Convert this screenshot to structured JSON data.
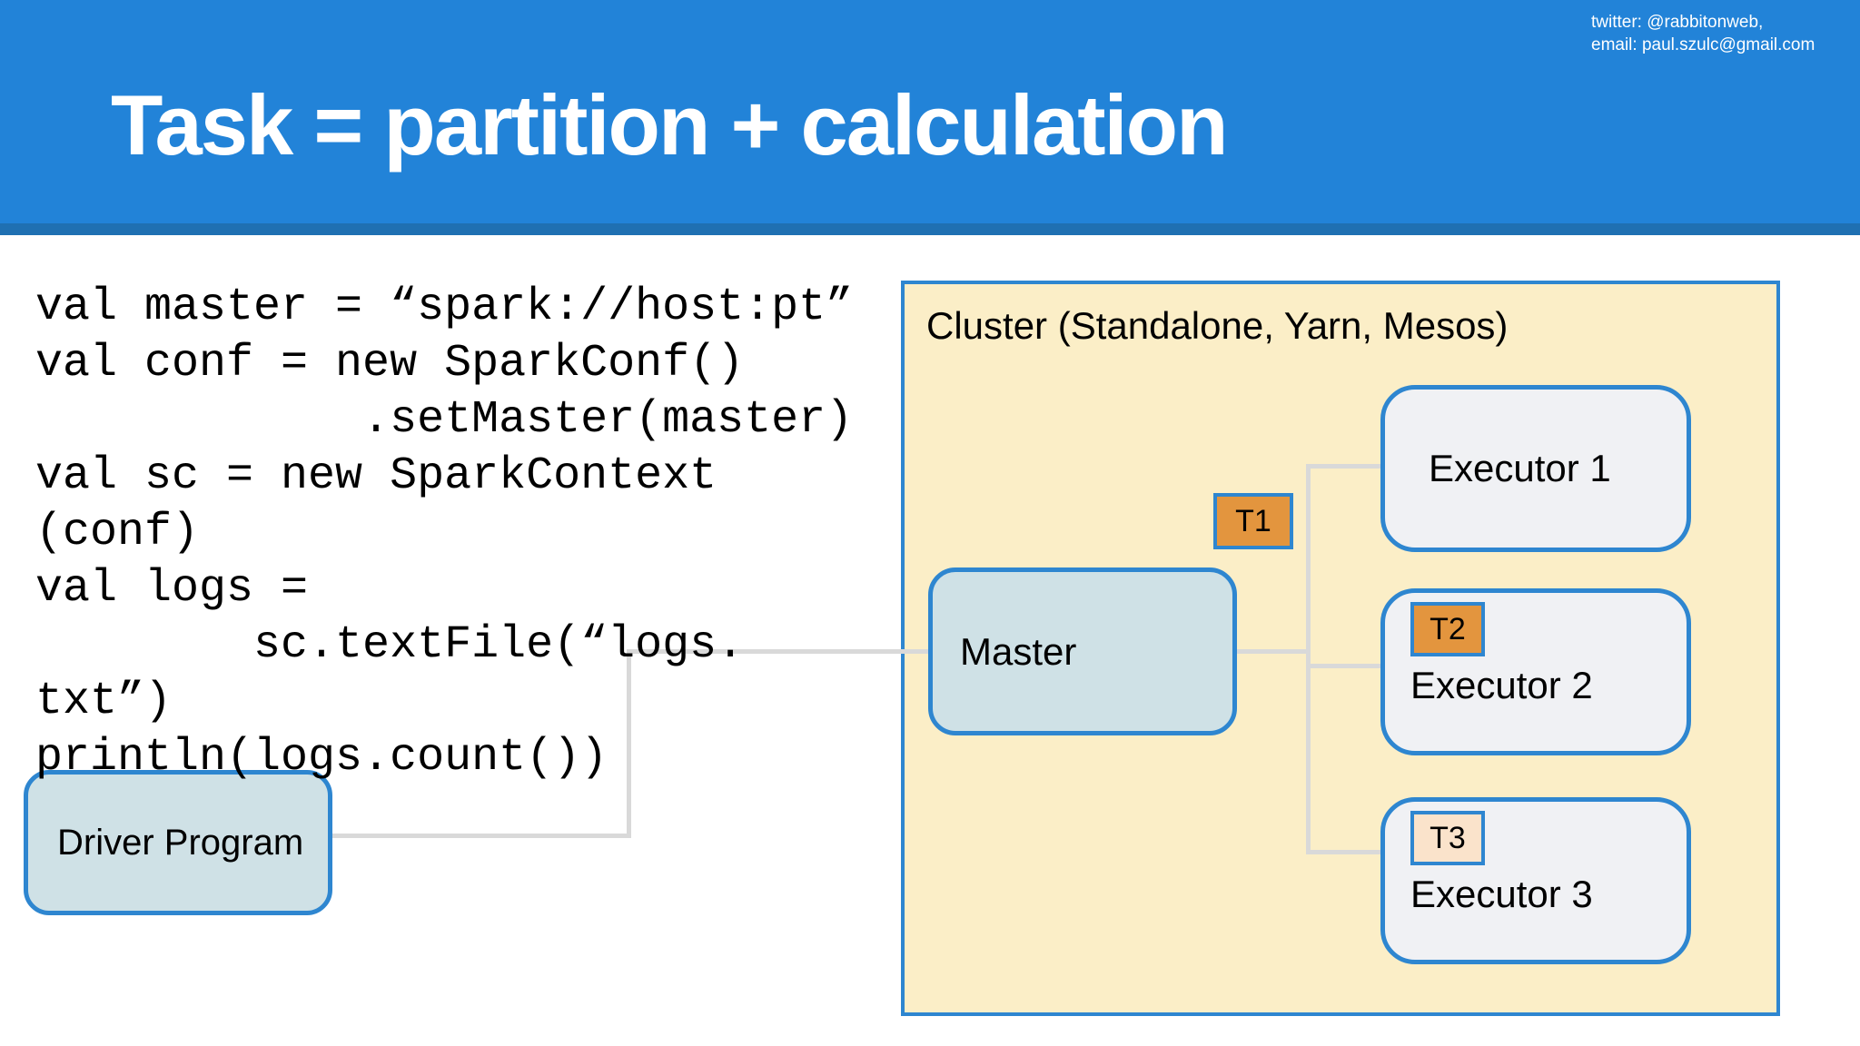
{
  "header": {
    "title": "Task = partition + calculation",
    "contact_twitter": "twitter: @rabbitonweb,",
    "contact_email": "email: paul.szulc@gmail.com"
  },
  "code": {
    "lines": [
      "val master = “spark://host:pt”",
      "val conf = new SparkConf()",
      "            .setMaster(master)",
      "val sc = new SparkContext",
      "(conf)",
      "val logs =",
      "        sc.textFile(“logs.",
      "txt”)",
      "println(logs.count())"
    ]
  },
  "diagram": {
    "cluster_label": "Cluster (Standalone, Yarn, Mesos)",
    "driver": {
      "label": "Driver Program"
    },
    "master": {
      "label": "Master"
    },
    "executors": [
      {
        "label": "Executor 1"
      },
      {
        "label": "Executor 2"
      },
      {
        "label": "Executor 3"
      }
    ],
    "tasks": [
      {
        "label": "T1"
      },
      {
        "label": "T2"
      },
      {
        "label": "T3"
      }
    ]
  },
  "colors": {
    "banner": "#2283d8",
    "banner-strip": "#1f70b2",
    "cluster-fill": "#fbeec7",
    "node-border": "#2e86d0",
    "master-fill": "#cfe1e6",
    "executor-fill": "#f0f1f4",
    "task-fill": "#e3953e",
    "task-faded-fill": "#fae3cb",
    "connector": "#d9d9d9"
  }
}
